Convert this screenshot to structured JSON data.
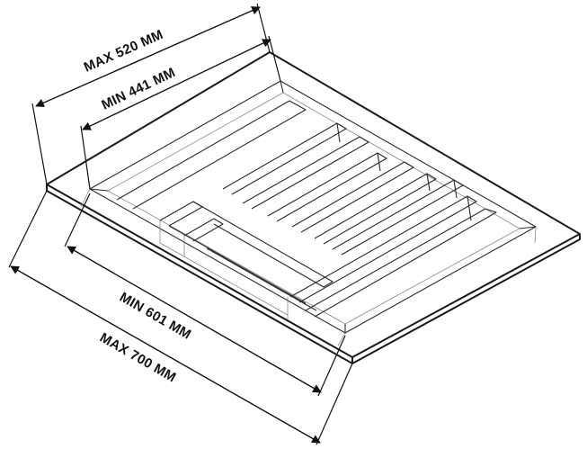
{
  "dimensions": {
    "depth_max": "MAX 520 MM",
    "depth_min": "MIN 441 MM",
    "width_min": "MIN 601 MM",
    "width_max": "MAX 700 MM"
  },
  "colors": {
    "line": "#1a1a1a",
    "background": "#ffffff"
  }
}
